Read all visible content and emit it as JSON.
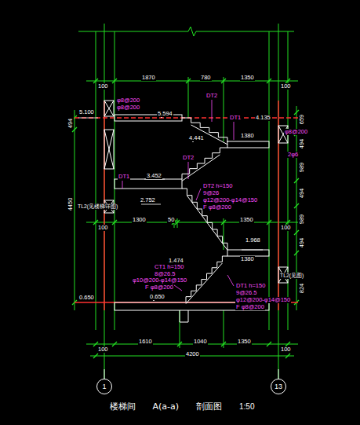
{
  "diagram": {
    "title": "楼梯间 A(a-a) 剖面图",
    "nodes": [
      {
        "text": [
          "1"
        ]
      },
      {
        "text": [
          "13"
        ]
      }
    ],
    "labels": [
      "1870",
      "780",
      "1350",
      "100",
      "100",
      "φ8@200",
      "φ8@200",
      "5.100",
      "5.594",
      "DT2",
      "DT1",
      "4.135",
      "1380",
      "4.441",
      "φ8@200",
      "2φ6",
      "DT2",
      "DT1",
      "3.452",
      "2.752",
      "TL2(见楼梯详图)",
      "DT2 h=150",
      "9@26",
      "φ12@200-φ14@150",
      "F φ8@200",
      "1300",
      "50",
      "1350",
      "100",
      "100",
      "1.968",
      "1380",
      "1.474",
      "CT1 h=150",
      "8@26.5",
      "φ10@200-φ14@150",
      "F φ8@200",
      "DT1 h=150",
      "9@26.5",
      "φ12@200-φ14@150",
      "F φ8@200",
      "TL2(见图)",
      "0.650",
      "0.650",
      "100",
      "1610",
      "1040",
      "1350",
      "100",
      "4200",
      "1:50",
      "494",
      "4450",
      "659",
      "494",
      "989",
      "494",
      "989",
      "494",
      "824"
    ]
  }
}
